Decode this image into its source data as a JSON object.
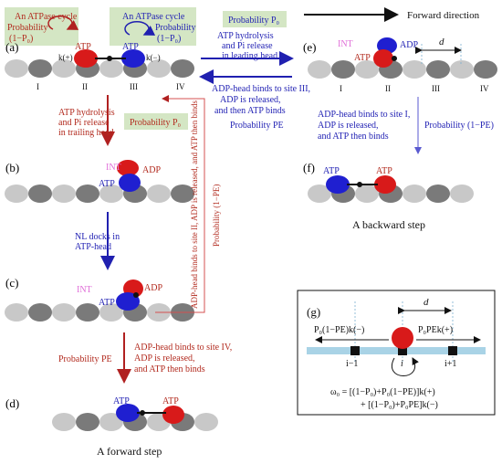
{
  "colors": {
    "red_head": "#d81a1a",
    "blue_head": "#1f1fd0",
    "track_light": "#c8c8c8",
    "track_dark": "#7a7a7a",
    "box_green": "#d4e6c4",
    "box_red_line": "#d45050",
    "text_red": "#b22a1e",
    "text_blue": "#2323b4",
    "text_pink": "#e06fd8",
    "lattice_blue": "#a9d3e6"
  },
  "legend": {
    "cycle1_title": "An ATPase cycle",
    "cycle1_prob_label": "Probability",
    "cycle1_prob_value": "(1−P₀)",
    "cycle2_title": "An ATPase cycle",
    "cycle2_prob_label": "Probability",
    "cycle2_prob_value": "(1−P₀)",
    "prob_p0_box": "Probability P₀",
    "forward_direction": "Forward direction"
  },
  "states": {
    "a": {
      "label": "(a)",
      "head1": "ATP",
      "head2": "ATP",
      "k_plus": "k(+)",
      "k_minus": "k(−)",
      "sites": [
        "I",
        "II",
        "III",
        "IV"
      ]
    },
    "b": {
      "label": "(b)",
      "int": "INT",
      "top": "ADP",
      "bottom": "ATP"
    },
    "c": {
      "label": "(c)",
      "int": "INT",
      "top": "ADP",
      "bottom": "ATP"
    },
    "d": {
      "label": "(d)",
      "left": "ATP",
      "right": "ATP",
      "caption": "A forward step"
    },
    "e": {
      "label": "(e)",
      "int": "INT",
      "top": "ADP",
      "bottom": "ATP",
      "d": "d",
      "sites": [
        "I",
        "II",
        "III",
        "IV"
      ]
    },
    "f": {
      "label": "(f)",
      "left": "ATP",
      "right": "ATP",
      "caption": "A backward step"
    }
  },
  "transitions": {
    "a_to_b": [
      "ATP hydrolysis",
      "and Pi release",
      "in trailing head"
    ],
    "a_to_b_prob": "Probability P₀",
    "b_to_c": [
      "NL docks in",
      "ATP-head"
    ],
    "c_to_d": [
      "ADP-head binds to site IV,",
      "ADP is released,",
      "and ATP then binds"
    ],
    "c_to_d_prob": "Probability PE",
    "vertical_red": "ADP-head binds to site II, ADP is released, and ATP then binds",
    "vertical_prob": "Probability (1−PE)",
    "a_to_e_prob": "Probability P₀",
    "a_to_e": [
      "ATP hydrolysis",
      "and Pi release",
      "in leading head"
    ],
    "e_to_a": [
      "ADP-head binds to site III,",
      "ADP is released,",
      "and then ATP binds"
    ],
    "e_to_a_prob": "Probability PE",
    "e_to_f": [
      "ADP-head binds to site I,",
      "ADP is released,",
      "and ATP then binds"
    ],
    "e_to_f_prob": "Probability (1−PE)"
  },
  "panel_g": {
    "label": "(g)",
    "d": "d",
    "left_rate": "P₀(1−PE)k(−)",
    "right_rate": "P₀PEk(+)",
    "sites": [
      "i−1",
      "i",
      "i+1"
    ],
    "omega_line1": "ω₀ = [(1−P₀)+P₀(1−PE)]k(+)",
    "omega_line2": "+ [(1−P₀)+P₀PE]k(−)"
  }
}
